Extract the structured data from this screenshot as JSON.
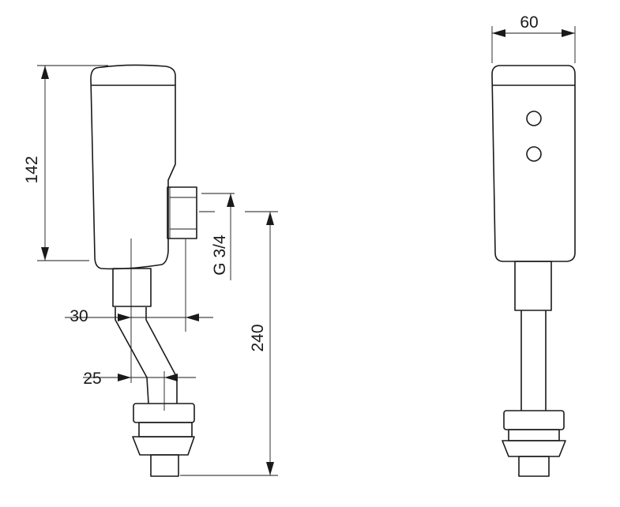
{
  "dimensions": {
    "body_height": "142",
    "thread": "G 3/4",
    "total_height": "240",
    "offset_upper": "30",
    "offset_lower": "25",
    "width": "60"
  },
  "views": [
    "side-view",
    "front-view"
  ]
}
